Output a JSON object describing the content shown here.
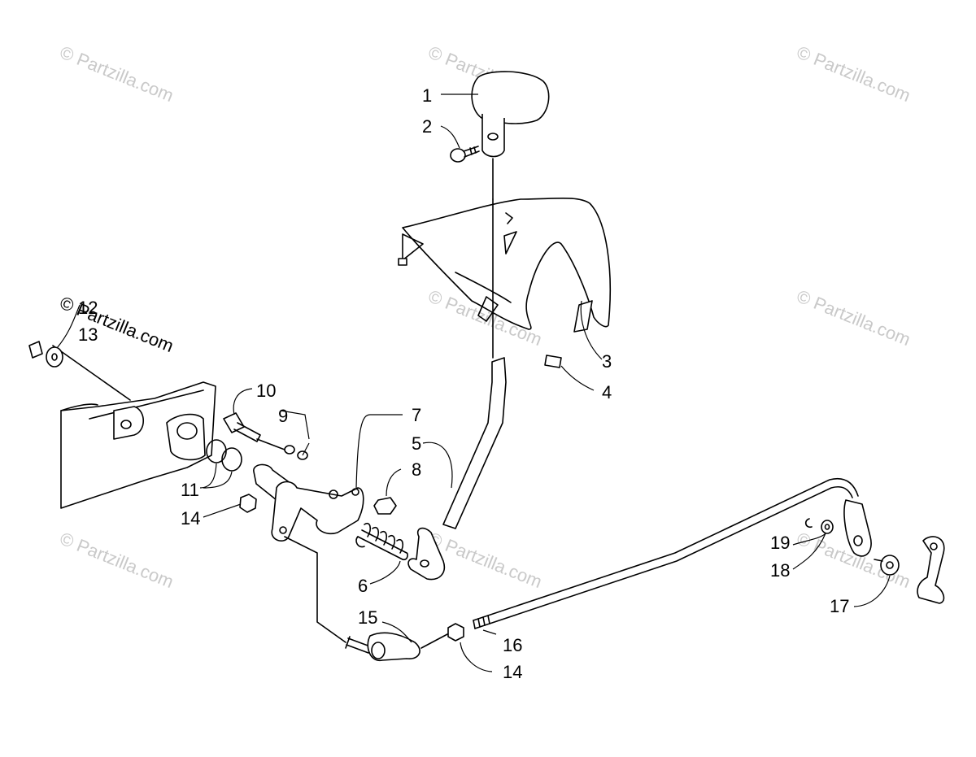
{
  "watermark": {
    "text": "© Partzilla.com",
    "color": "#c9c9c9"
  },
  "callouts": [
    "1",
    "2",
    "3",
    "4",
    "5",
    "6",
    "7",
    "8",
    "9",
    "10",
    "11",
    "12",
    "13",
    "14",
    "14",
    "15",
    "16",
    "17",
    "18",
    "19"
  ],
  "line_color": "#000000",
  "background_color": "#ffffff"
}
